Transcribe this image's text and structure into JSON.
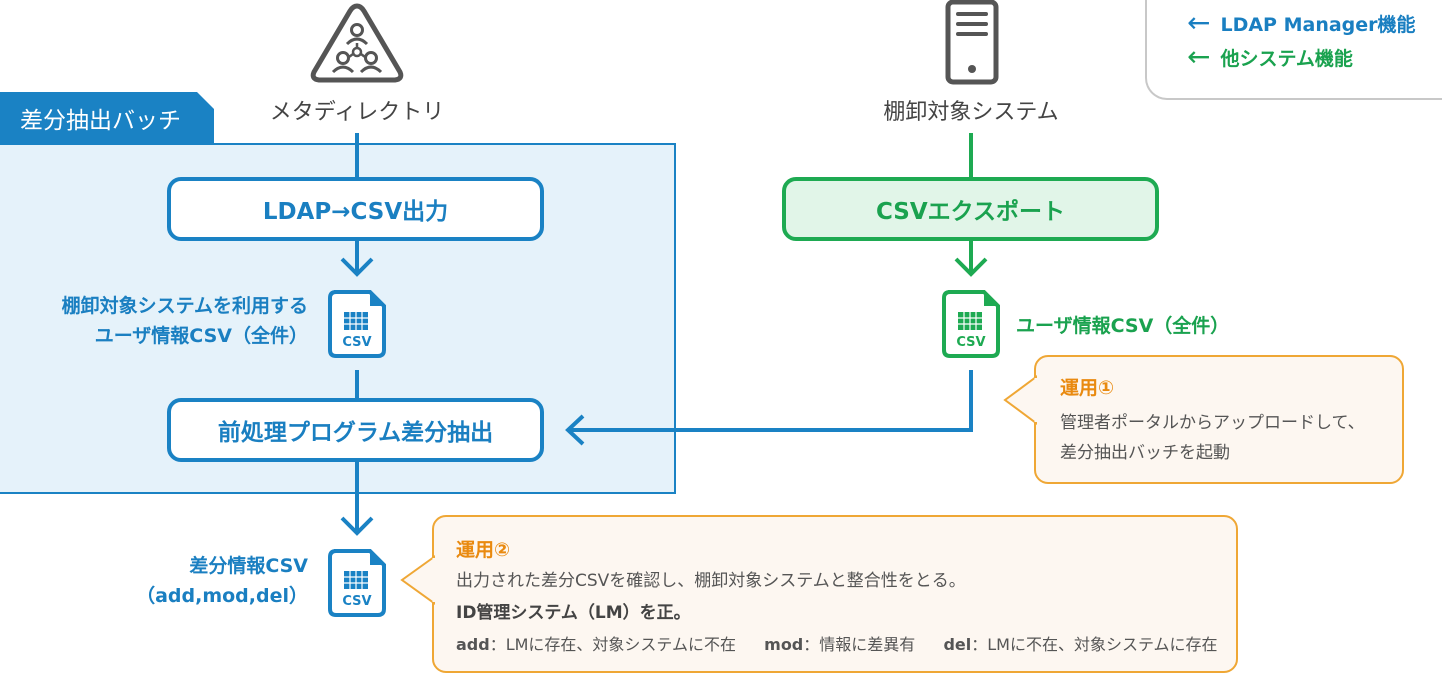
{
  "legend": {
    "items": [
      {
        "label": "LDAP Manager機能",
        "arrow": "←",
        "color": "#1a7fc1"
      },
      {
        "label": "他システム機能",
        "arrow": "←",
        "color": "#1aa24f"
      }
    ]
  },
  "batch": {
    "title": "差分抽出バッチ"
  },
  "nodes": {
    "metadirectory": {
      "label": "メタディレクトリ",
      "icon": "network-triangle-icon"
    },
    "target_system": {
      "label": "棚卸対象システム",
      "icon": "server-icon"
    }
  },
  "processes": {
    "ldap_csv": "LDAP→CSV出力",
    "csv_export": "CSVエクスポート",
    "preprocess_diff": "前処理プログラム差分抽出"
  },
  "files": {
    "user_csv_ldap": {
      "line1": "棚卸対象システムを利用する",
      "line2": "ユーザ情報CSV（全件）",
      "badge": "CSV"
    },
    "user_csv_target": {
      "label": "ユーザ情報CSV（全件）",
      "badge": "CSV"
    },
    "diff_csv": {
      "line1": "差分情報CSV",
      "line2": "（add,mod,del）",
      "badge": "CSV"
    }
  },
  "callouts": {
    "op1": {
      "title": "運用①",
      "line1": "管理者ポータルからアップロードして、",
      "line2": "差分抽出バッチを起動"
    },
    "op2": {
      "title": "運用②",
      "line1": "出力された差分CSVを確認し、棚卸対象システムと整合性をとる。",
      "line2": "ID管理システム（LM）を正。",
      "defs": [
        {
          "key": "add",
          "desc": "：LMに存在、対象システムに不在"
        },
        {
          "key": "mod",
          "desc": "：情報に差異有"
        },
        {
          "key": "del",
          "desc": "：LMに不在、対象システムに存在"
        }
      ]
    }
  },
  "colors": {
    "blue": "#1a82c4",
    "green": "#1eaa52",
    "orange": "#efa735",
    "batch_bg": "#e5f2fa"
  }
}
